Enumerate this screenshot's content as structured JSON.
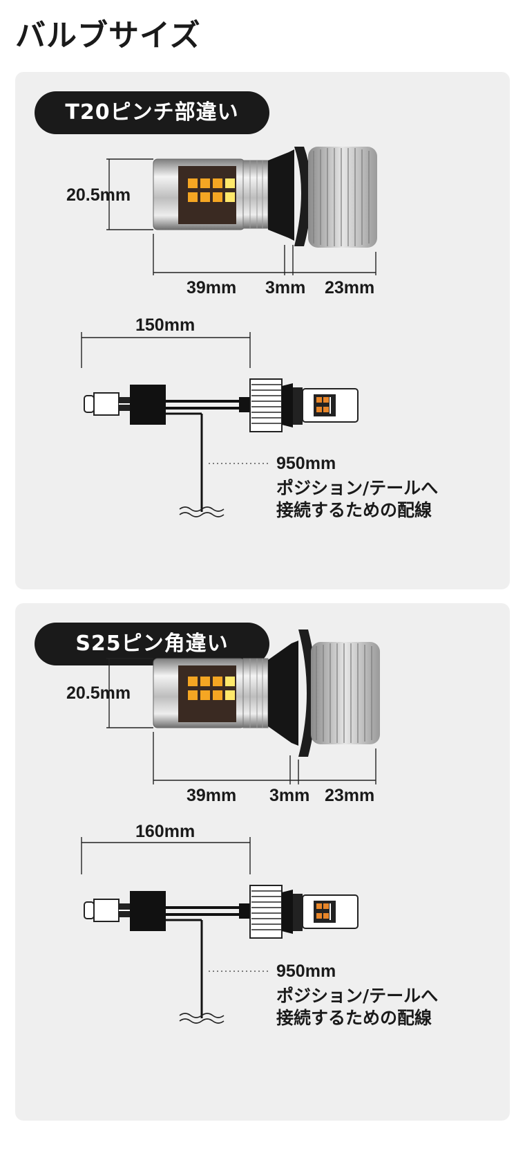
{
  "title": "バルブサイズ",
  "colors": {
    "panel_bg": "#efefef",
    "pill_bg": "#1a1a1a",
    "led_amber": "#f5a623",
    "led_yellow": "#ffe86b"
  },
  "sections": [
    {
      "label": "T20ピンチ部違い",
      "height": "20.5mm",
      "body_length": "39mm",
      "gap_length": "3mm",
      "heatsink_length": "23mm",
      "cable_length": "150mm",
      "wire_length": "950mm",
      "wire_note_1": "ポジション/テールへ",
      "wire_note_2": "接続するための配線"
    },
    {
      "label": "S25ピン角違い",
      "height": "20.5mm",
      "body_length": "39mm",
      "gap_length": "3mm",
      "heatsink_length": "23mm",
      "cable_length": "160mm",
      "wire_length": "950mm",
      "wire_note_1": "ポジション/テールへ",
      "wire_note_2": "接続するための配線"
    }
  ]
}
